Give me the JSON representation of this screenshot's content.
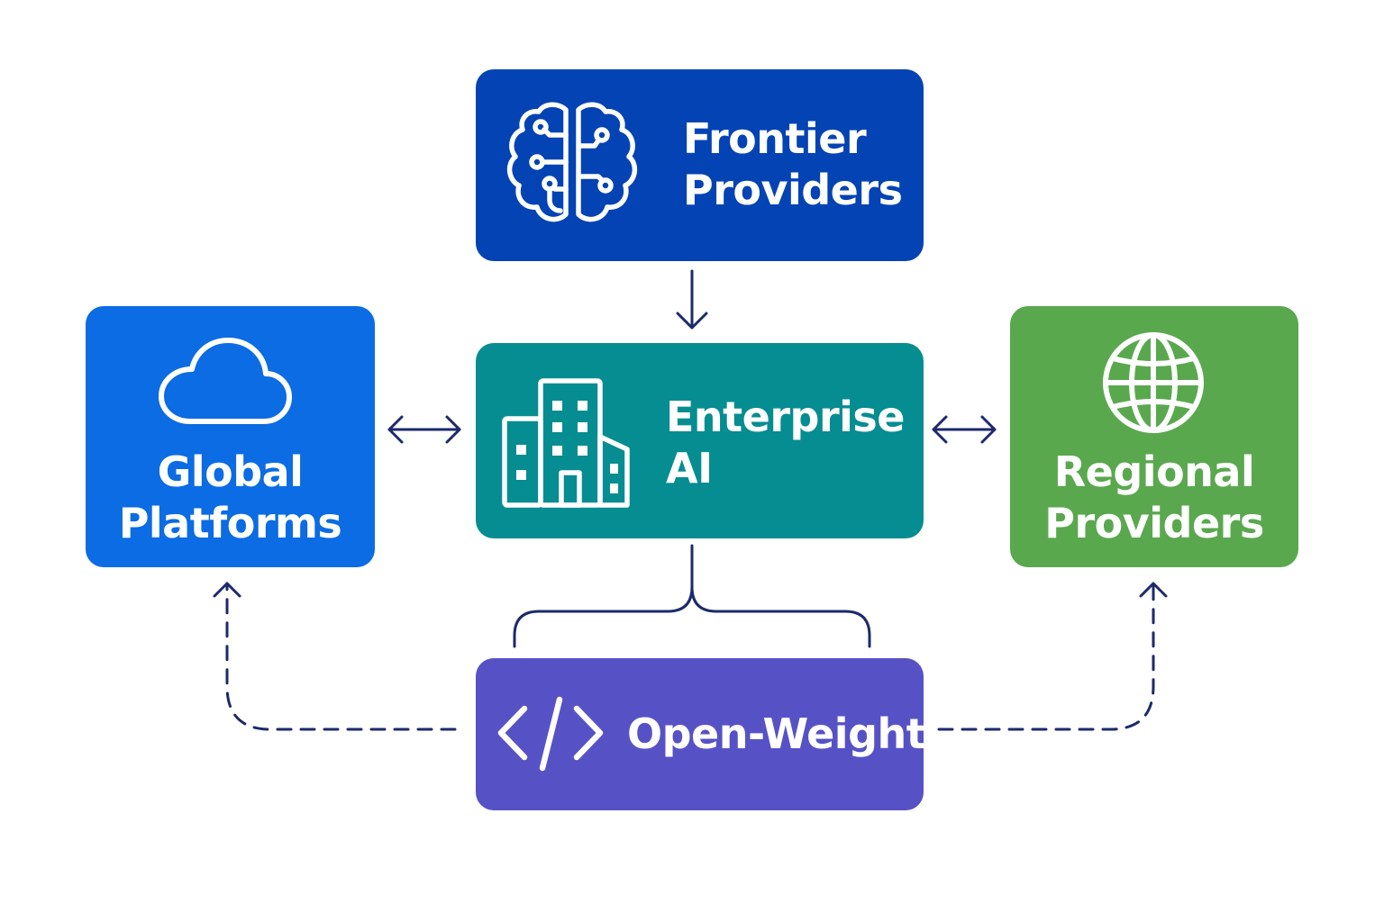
{
  "diagram": {
    "nodes": {
      "frontier": {
        "lines": [
          "Frontier",
          "Providers"
        ],
        "icon": "brain-circuit-icon",
        "color": "#0443b3"
      },
      "enterprise": {
        "lines": [
          "Enterprise",
          "AI"
        ],
        "icon": "office-building-icon",
        "color": "#068d91"
      },
      "global": {
        "lines": [
          "Global",
          "Platforms"
        ],
        "icon": "cloud-icon",
        "color": "#0b6ce3"
      },
      "regional": {
        "lines": [
          "Regional",
          "Providers"
        ],
        "icon": "globe-icon",
        "color": "#5aa84e"
      },
      "openweight": {
        "lines": [
          "Open-Weight"
        ],
        "icon": "code-icon",
        "color": "#5652c6"
      }
    },
    "edge_color": "#1c2a6b"
  }
}
